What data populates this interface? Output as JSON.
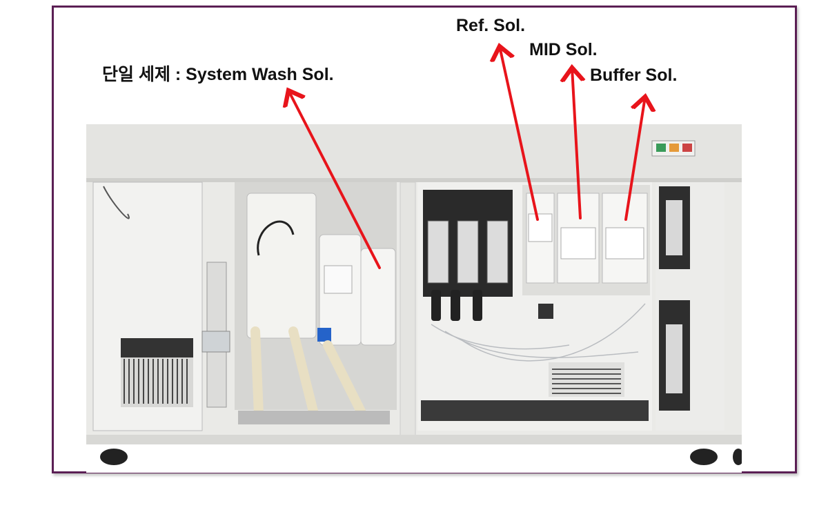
{
  "annotations": {
    "wash_label": "단일 세제 : System Wash Sol.",
    "ref_label": "Ref. Sol.",
    "mid_label": "MID Sol.",
    "buffer_label": "Buffer Sol."
  },
  "colors": {
    "frame": "#5b1f54",
    "arrow": "#e8141b",
    "machine_body": "#e6e6e3"
  }
}
